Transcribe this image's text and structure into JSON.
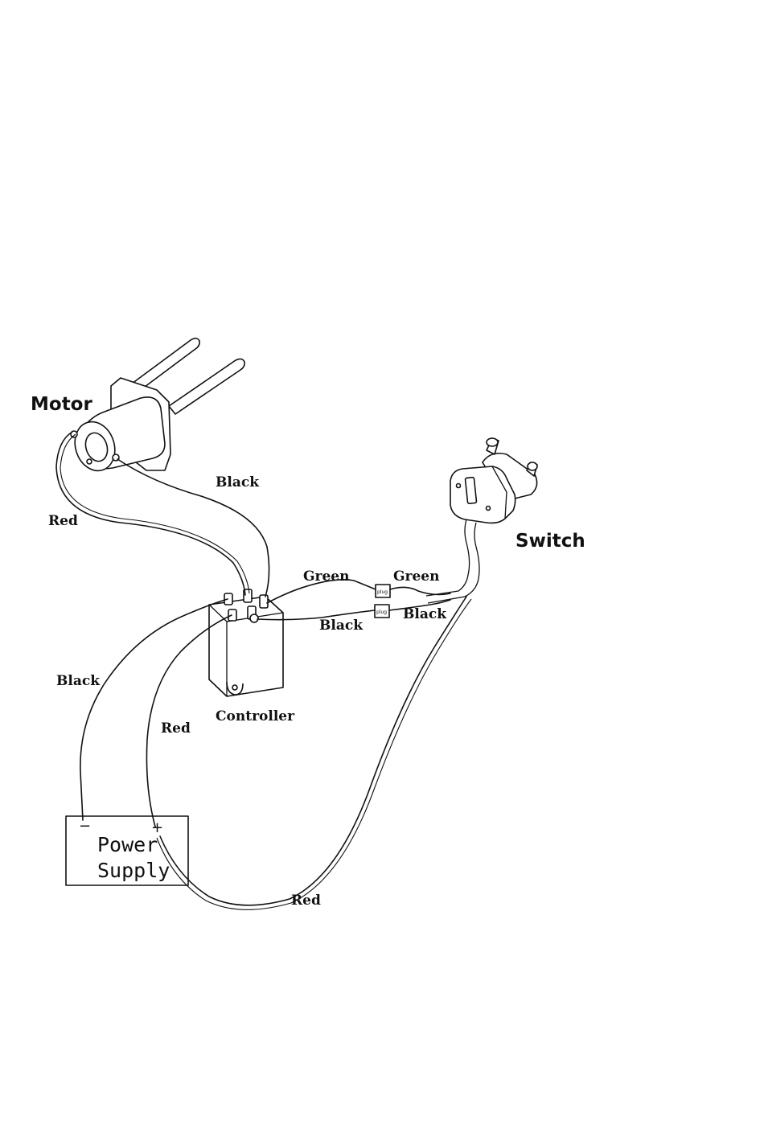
{
  "components": {
    "motor": "Motor",
    "switch": "Switch",
    "controller": "Controller",
    "power_supply_line1": "Power",
    "power_supply_line2": "Supply",
    "minus_sign": "−",
    "plus_sign": "+",
    "plug_text": "plug"
  },
  "wires": {
    "motor_red": "Red",
    "motor_black": "Black",
    "green_controller": "Green",
    "green_switch": "Green",
    "black_controller": "Black",
    "black_switch": "Black",
    "power_black": "Black",
    "power_red": "Red",
    "switch_red": "Red"
  },
  "colors": {
    "line": "#111111",
    "background": "#ffffff"
  }
}
